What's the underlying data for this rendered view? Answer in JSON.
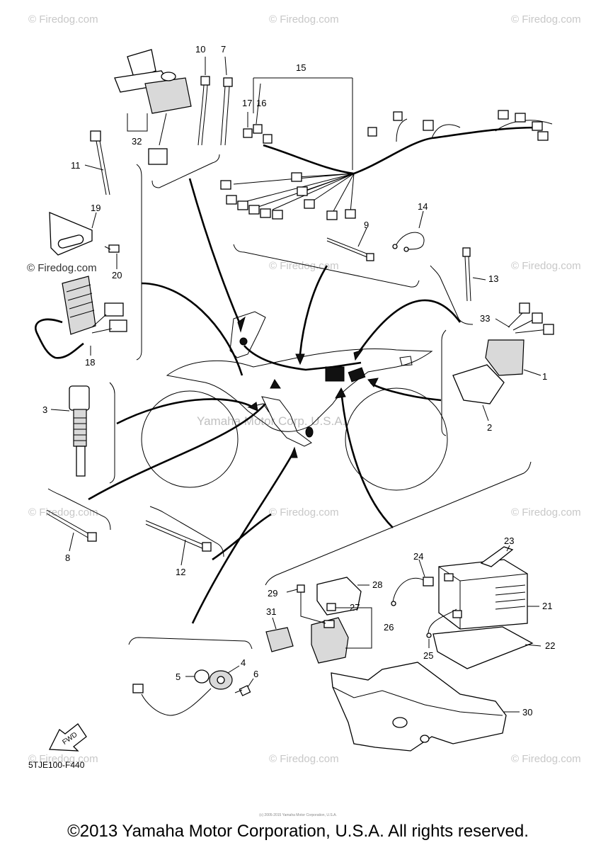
{
  "watermarks": {
    "firedog": "© Firedog.com",
    "center": "Yamaha Motor Corp. U.S.A."
  },
  "callouts": {
    "c1": "1",
    "c2": "2",
    "c3": "3",
    "c4": "4",
    "c5": "5",
    "c6": "6",
    "c7": "7",
    "c8": "8",
    "c9": "9",
    "c10": "10",
    "c11": "11",
    "c12": "12",
    "c13": "13",
    "c14": "14",
    "c15": "15",
    "c16": "16",
    "c17": "17",
    "c18": "18",
    "c19": "19",
    "c20": "20",
    "c21": "21",
    "c22": "22",
    "c23": "23",
    "c24": "24",
    "c25": "25",
    "c26": "26",
    "c27": "27",
    "c28": "28",
    "c29": "29",
    "c30": "30",
    "c31": "31",
    "c32": "32",
    "c33": "33"
  },
  "fwd_label": "FWD",
  "diagram_code": "5TJE100-F440",
  "tiny_notice": "(c) 2005-2015 Yamaha Motor Corporation, U.S.A.",
  "footer": "©2013 Yamaha Motor Corporation, U.S.A. All rights reserved."
}
